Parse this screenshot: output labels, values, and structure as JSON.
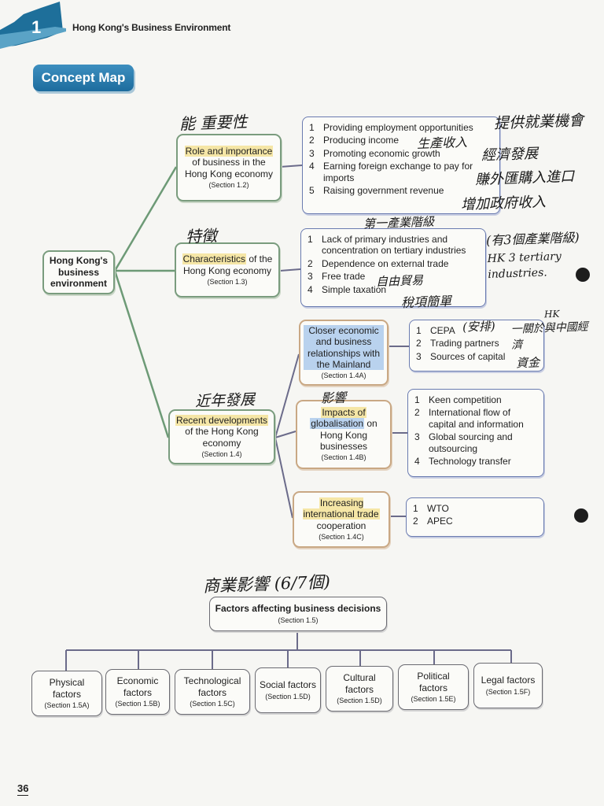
{
  "header": {
    "chapter_number": "1",
    "chapter_title": "Hong Kong's Business Environment",
    "section_title": "Concept Map"
  },
  "root": {
    "label": "Hong Kong's business environment"
  },
  "branches": {
    "role": {
      "title_highlight": "Role and importance",
      "title_rest": "of business in the Hong Kong economy",
      "section": "(Section 1.2)",
      "items": [
        "Providing employment opportunities",
        "Producing income",
        "Promoting economic growth",
        "Earning foreign exchange to pay for imports",
        "Raising government revenue"
      ]
    },
    "characteristics": {
      "title_highlight": "Characteristics",
      "title_rest": "of the Hong Kong economy",
      "section": "(Section 1.3)",
      "items": [
        "Lack of primary industries and concentration on tertiary industries",
        "Dependence on external trade",
        "Free trade",
        "Simple taxation"
      ]
    },
    "recent": {
      "title_highlight": "Recent developments",
      "title_rest": "of the Hong Kong economy",
      "section": "(Section 1.4)",
      "sub": {
        "mainland": {
          "title_highlight": "Closer economic and business relationships with the Mainland",
          "section": "(Section 1.4A)",
          "items": [
            "CEPA",
            "Trading partners",
            "Sources of capital"
          ]
        },
        "globalisation": {
          "title_highlight_a": "Impacts of",
          "title_highlight_b": "globalisation",
          "title_rest_b": "on",
          "title_rest": "Hong Kong businesses",
          "section": "(Section 1.4B)",
          "items": [
            "Keen competition",
            "International flow of capital and information",
            "Global sourcing and outsourcing",
            "Technology transfer"
          ]
        },
        "trade": {
          "title_highlight": "Increasing international trade",
          "title_rest": "cooperation",
          "section": "(Section 1.4C)",
          "items": [
            "WTO",
            "APEC"
          ]
        }
      }
    }
  },
  "factors": {
    "title": "Factors affecting business decisions",
    "section": "(Section 1.5)",
    "items": [
      {
        "label": "Physical factors",
        "section": "(Section 1.5A)"
      },
      {
        "label": "Economic factors",
        "section": "(Section 1.5B)"
      },
      {
        "label": "Technological factors",
        "section": "(Section 1.5C)"
      },
      {
        "label": "Social factors",
        "section": "(Section 1.5D)"
      },
      {
        "label": "Cultural factors",
        "section": "(Section 1.5D)"
      },
      {
        "label": "Political factors",
        "section": "(Section 1.5E)"
      },
      {
        "label": "Legal factors",
        "section": "(Section 1.5F)"
      }
    ]
  },
  "handwriting": {
    "role_note": "能 重要性",
    "employment_note": "提供就業機會",
    "income_note": "生產收入",
    "growth_note": "經濟發展",
    "forex_note": "賺外匯購入進口",
    "revenue_note": "增加政府收入",
    "char_note": "特徵",
    "tertiary_note": "第一產業階級",
    "levels_note": "(有3個產業階級)",
    "hk_tertiary_note": "HK 3 tertiary industries.",
    "free_trade_note": "自由貿易",
    "tax_note": "稅項簡單",
    "cepa_note": "(安排)",
    "hk_note": "HK",
    "cepa_relation_note": "一關於與中國經濟",
    "capital_note": "資金",
    "recent_note": "近年發展",
    "impact_note": "影響",
    "factors_note": "商業影響 (6/7個)"
  },
  "page_number": "36",
  "colors": {
    "accent_blue": "#1d6c9e",
    "green_border": "#7a9c7e",
    "tan_border": "#c9a884",
    "list_border": "#6a7bb0",
    "highlight_yellow": "#f5e6a6",
    "highlight_blue": "#b9d2ee"
  }
}
